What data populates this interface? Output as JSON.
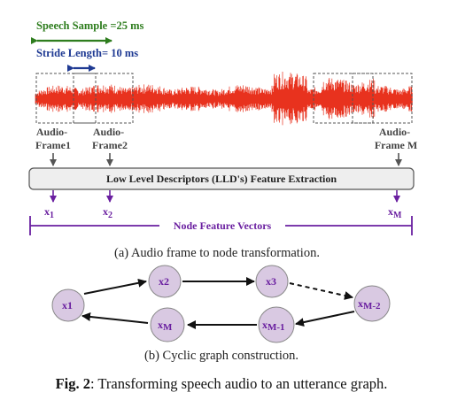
{
  "annotations": {
    "speech_sample": "Speech Sample =25 ms",
    "stride_length": "Stride Length= 10 ms"
  },
  "frames": {
    "frame1": [
      "Audio-",
      "Frame1"
    ],
    "frame2": [
      "Audio-",
      "Frame2"
    ],
    "frameM": [
      "Audio-",
      "Frame M"
    ]
  },
  "lld_box": "Low Level Descriptors (LLD's) Feature Extraction",
  "vectors": {
    "x1": {
      "base": "x",
      "sub": "1"
    },
    "x2": {
      "base": "x",
      "sub": "2"
    },
    "xM": {
      "base": "x",
      "sub": "M"
    },
    "label": "Node Feature Vectors"
  },
  "caption_a": "(a) Audio frame to node transformation.",
  "nodes": {
    "x1": {
      "base": "x",
      "sub": "1"
    },
    "x2": {
      "base": "x",
      "sub": "2"
    },
    "x3": {
      "base": "x",
      "sub": "3"
    },
    "xM2": {
      "base": "x",
      "sub": "M-2"
    },
    "xM1": {
      "base": "x",
      "sub": "M-1"
    },
    "xM": {
      "base": "x",
      "sub": "M"
    }
  },
  "caption_b": "(b) Cyclic graph construction.",
  "figure": {
    "label": "Fig. 2",
    "text": ": Transforming speech audio to an utterance graph."
  },
  "colors": {
    "waveform": "#e8321e",
    "green_arrow": "#2e7d1e",
    "blue_arrow": "#1f3a93",
    "purple": "#6a1fa0",
    "node_fill": "#d9c9e2"
  }
}
